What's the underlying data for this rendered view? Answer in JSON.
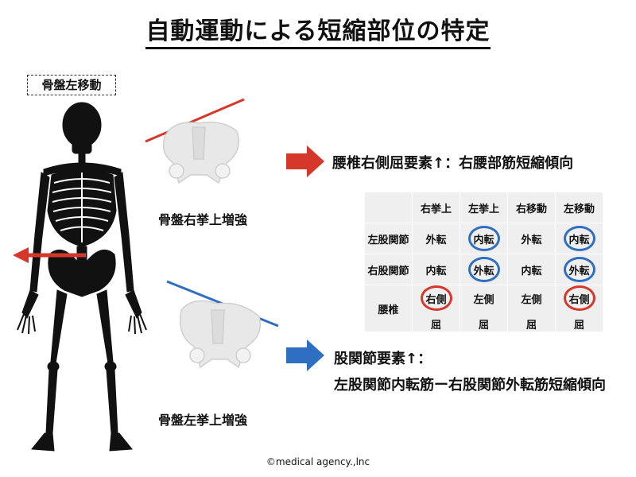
{
  "title": "自動運動による短縮部位の特定",
  "badge": "骨盤左移動",
  "pelvis_labels": {
    "upper": "骨盤右挙上増強",
    "lower": "骨盤左挙上増強"
  },
  "results": {
    "upper": "腰椎右側屈要素↑：右腰部筋短縮傾向",
    "lower_line1": "股関節要素↑：",
    "lower_line2": "左股関節内転筋ー右股関節外転筋短縮傾向"
  },
  "table": {
    "headers": [
      "",
      "右挙上",
      "左挙上",
      "右移動",
      "左移動"
    ],
    "rows": [
      {
        "label": "左股関節",
        "cells": [
          "外転",
          "内転",
          "外転",
          "内転"
        ]
      },
      {
        "label": "右股関節",
        "cells": [
          "内転",
          "外転",
          "内転",
          "外転"
        ]
      },
      {
        "label": "腰椎",
        "cells": [
          "右側屈",
          "左側屈",
          "左側屈",
          "右側屈"
        ]
      }
    ]
  },
  "copyright": "©medical agency.,lnc",
  "colors": {
    "red": "#d5382b",
    "blue": "#2f6fc1"
  }
}
